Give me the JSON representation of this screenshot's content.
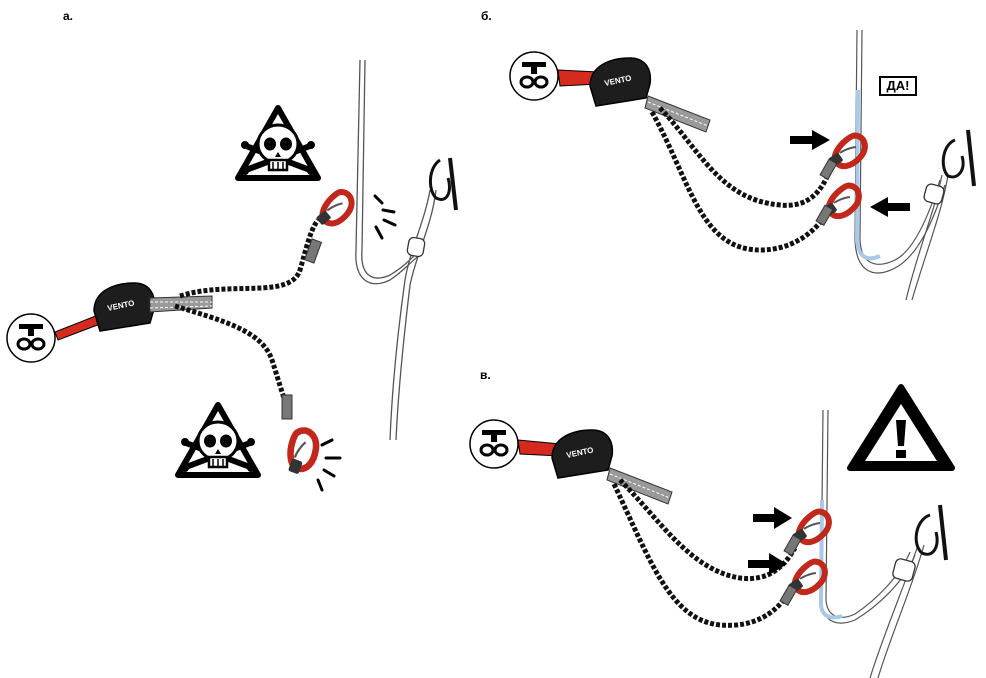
{
  "panels": [
    {
      "label": "а."
    },
    {
      "label": "б."
    },
    {
      "label": "в."
    }
  ],
  "brand_text": "VENTO",
  "panel_b_badge": "ДА!",
  "colors": {
    "sling_red": "#d52b1e",
    "carabiner_red": "#c0281c",
    "lanyard_black": "#111111",
    "rope_blue": "#a9c9e8",
    "webbing_grey": "#8a8a8a"
  },
  "icons": {
    "danger": "skull-crossbones-warning-icon",
    "warning": "exclamation-triangle-icon",
    "harness": "harness-icon",
    "pointer": "arrow-icon"
  }
}
